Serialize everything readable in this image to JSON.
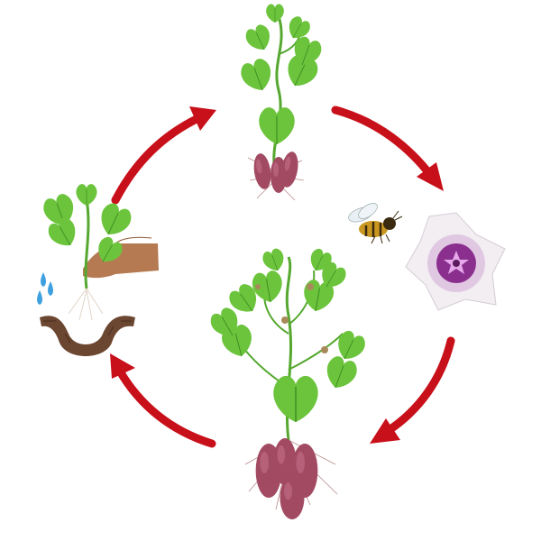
{
  "diagram": {
    "stages": [
      {
        "id": "young-plant",
        "icon": "sweet-potato-sprout-with-tubers"
      },
      {
        "id": "pollination",
        "icon": "bee-and-white-purple-flower"
      },
      {
        "id": "mature-plant",
        "icon": "sweet-potato-plant-with-tubers-and-seed-pods"
      },
      {
        "id": "planting",
        "icon": "hand-planting-cutting-into-soil-with-water"
      }
    ],
    "colors": {
      "background": "#ffffff",
      "arrow": "#c8101a",
      "leaf": "#6cc43c",
      "leaf_dark": "#3f8f24",
      "stem": "#56a830",
      "tuber": "#a24a62",
      "tuber_dark": "#7a3047",
      "flower_center": "#8b2f8f",
      "flower_petal": "#f2eef2",
      "bee_body": "#c9961f",
      "soil": "#6b4630",
      "skin": "#b67a52",
      "water": "#3fa0e0"
    }
  }
}
